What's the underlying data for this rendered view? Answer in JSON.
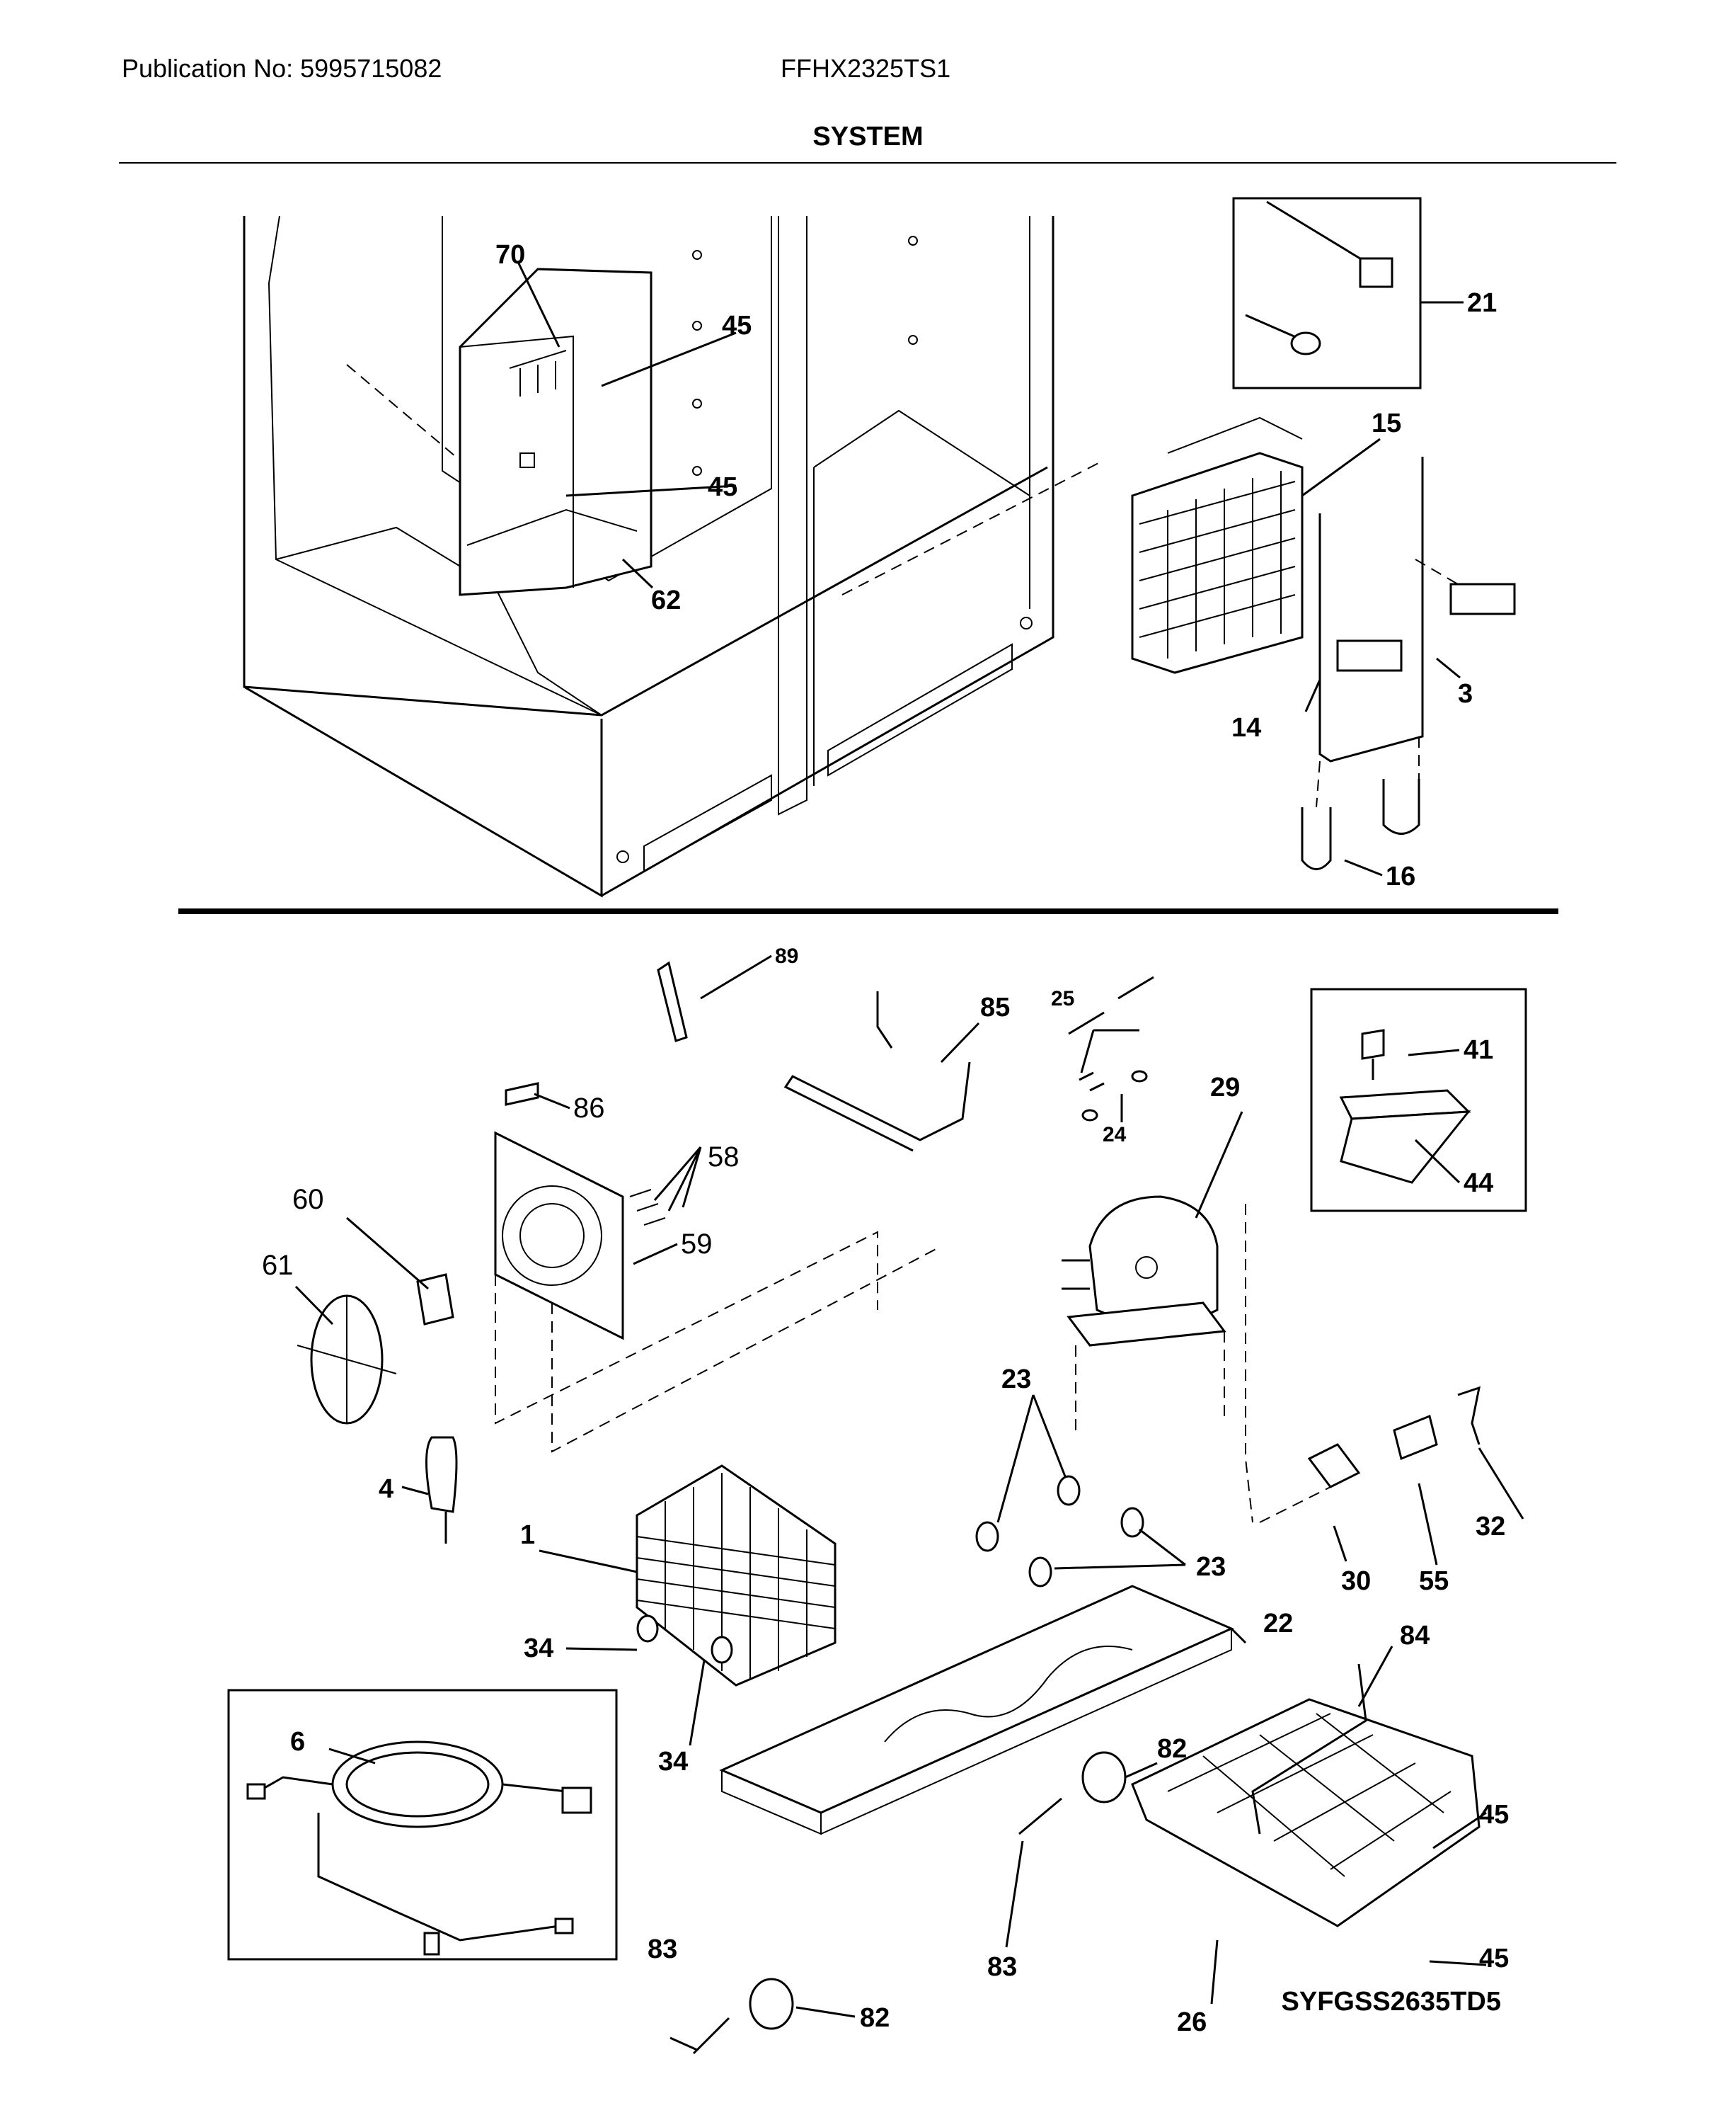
{
  "header": {
    "publication": "Publication No: 5995715082",
    "model": "FFHX2325TS1",
    "section_title": "SYSTEM"
  },
  "diagram_code": "SYFGSS2635TD5",
  "callouts": {
    "c70": "70",
    "c45a": "45",
    "c45b": "45",
    "c62": "62",
    "c21": "21",
    "c15": "15",
    "c3": "3",
    "c14": "14",
    "c16": "16",
    "c89": "89",
    "c85": "85",
    "c25": "25",
    "c24": "24",
    "c29": "29",
    "c41": "41",
    "c44": "44",
    "c86": "86",
    "c58": "58",
    "c59": "59",
    "c60": "60",
    "c61": "61",
    "c23a": "23",
    "c23b": "23",
    "c4": "4",
    "c1": "1",
    "c30": "30",
    "c55": "55",
    "c32": "32",
    "c34a": "34",
    "c34b": "34",
    "c22": "22",
    "c84": "84",
    "c6": "6",
    "c82a": "82",
    "c82b": "82",
    "c83a": "83",
    "c83b": "83",
    "c45c": "45",
    "c45d": "45",
    "c26": "26"
  }
}
